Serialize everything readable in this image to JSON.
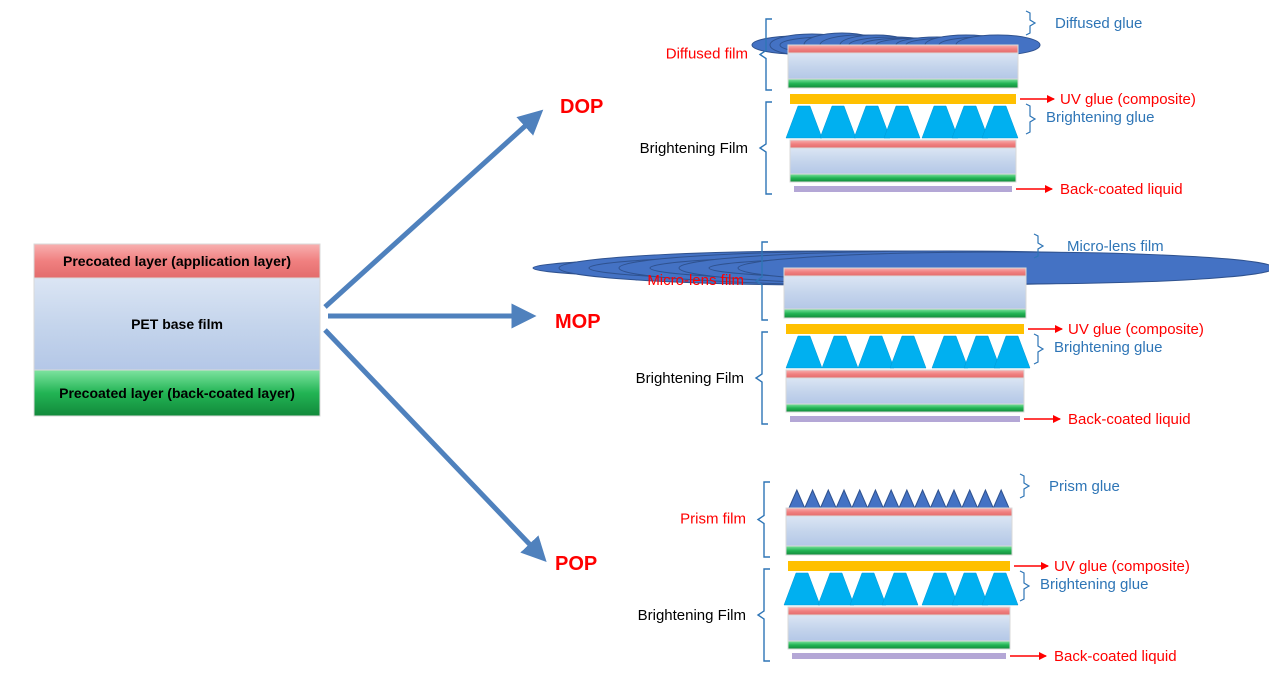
{
  "base_film": {
    "top_layer": "Precoated layer (application layer)",
    "middle_layer": "PET base film",
    "bottom_layer": "Precoated layer  (back-coated layer)"
  },
  "routes": [
    {
      "key": "dop",
      "label": "DOP"
    },
    {
      "key": "mop",
      "label": "MOP"
    },
    {
      "key": "pop",
      "label": "POP"
    }
  ],
  "stacks": {
    "dop": {
      "top_film_label": "Diffused film",
      "top_glue_label": "Diffused glue",
      "uv_glue_label": "UV glue (composite)",
      "brightening_film_label": "Brightening Film",
      "brightening_glue_label": "Brightening glue",
      "back_coated_label": "Back-coated liquid"
    },
    "mop": {
      "top_film_label": "Micro-lens film",
      "top_glue_label": "Micro-lens film",
      "uv_glue_label": "UV glue (composite)",
      "brightening_film_label": "Brightening Film",
      "brightening_glue_label": "Brightening glue",
      "back_coated_label": "Back-coated liquid"
    },
    "pop": {
      "top_film_label": "Prism film",
      "top_glue_label": "Prism glue",
      "uv_glue_label": "UV glue (composite)",
      "brightening_film_label": "Brightening Film",
      "brightening_glue_label": "Brightening glue",
      "back_coated_label": "Back-coated liquid"
    }
  },
  "colors": {
    "pink_layer": "#f08080",
    "pet_layer": "#c5d5ec",
    "green_layer": "#1e9e4a",
    "uv_glue": "#ffc000",
    "back_coat": "#b4a7d6",
    "cyan_prism": "#00b0f0",
    "dome": "#4472c4",
    "arrow_blue": "#4f81bd",
    "label_red": "#ff0000",
    "label_blue": "#2e75b6"
  }
}
